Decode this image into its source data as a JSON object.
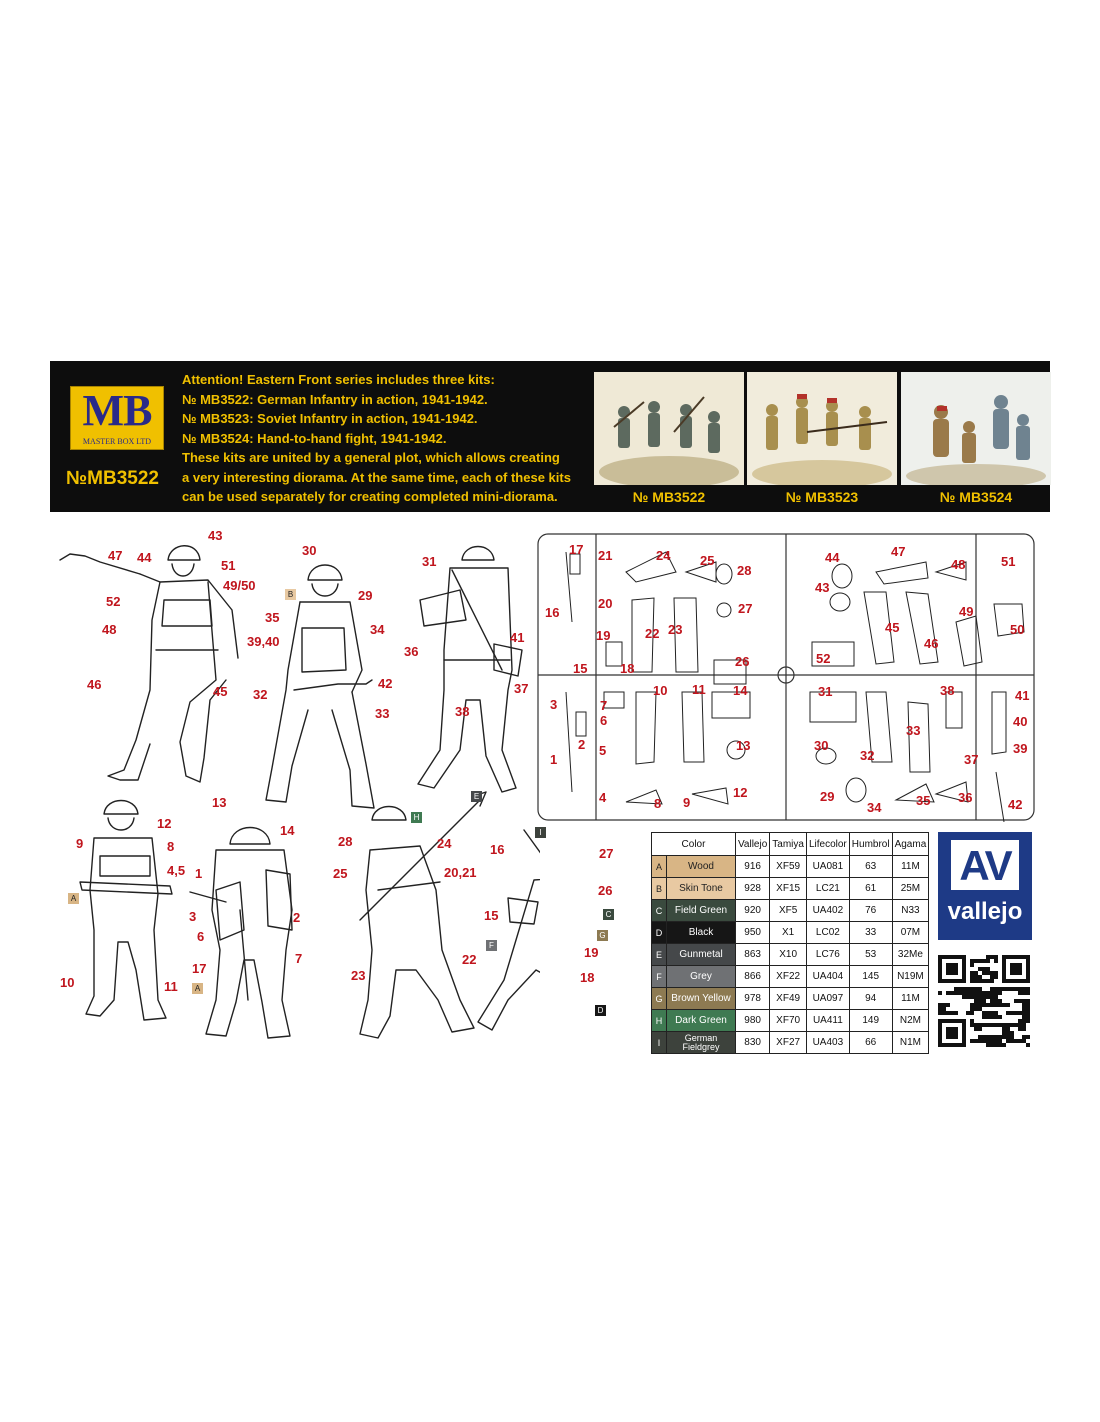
{
  "banner": {
    "logo": {
      "mark": "MB",
      "subtitle": "MASTER BOX LTD"
    },
    "kit_number": "№MB3522",
    "intro_lines": [
      "Attention!  Eastern Front series includes three kits:",
      "№ MB3522: German Infantry in action, 1941-1942.",
      "№ MB3523: Soviet Infantry in action, 1941-1942.",
      "№ MB3524: Hand-to-hand fight, 1941-1942.",
      "These kits are united by a general plot, which allows creating",
      "a very interesting diorama. At the same time, each of these kits",
      "can be used separately for creating completed mini-diorama."
    ],
    "thumbnails": [
      {
        "caption": "№ MB3522"
      },
      {
        "caption": "№ MB3523"
      },
      {
        "caption": "№ MB3524"
      }
    ]
  },
  "figures": {
    "callouts": [
      "47",
      "44",
      "43",
      "51",
      "49/50",
      "52",
      "48",
      "46",
      "45",
      "30",
      "29",
      "35",
      "34",
      "39,40",
      "42",
      "32",
      "33",
      "31",
      "36",
      "41",
      "37",
      "38",
      "12",
      "9",
      "8",
      "4,5",
      "10",
      "11",
      "13",
      "14",
      "1",
      "3",
      "2",
      "6",
      "7",
      "17",
      "28",
      "25",
      "24",
      "20,21",
      "22",
      "23",
      "16",
      "27",
      "26",
      "15",
      "19",
      "18"
    ],
    "paint_letters": [
      "B",
      "A",
      "A",
      "H",
      "E",
      "I",
      "C",
      "G",
      "F",
      "D"
    ]
  },
  "sprue": {
    "numbers": [
      "17",
      "21",
      "24",
      "25",
      "28",
      "44",
      "47",
      "48",
      "51",
      "16",
      "20",
      "27",
      "43",
      "49",
      "19",
      "22",
      "23",
      "45",
      "50",
      "46",
      "15",
      "18",
      "26",
      "52",
      "3",
      "10",
      "11",
      "14",
      "31",
      "38",
      "41",
      "7",
      "6",
      "40",
      "2",
      "33",
      "5",
      "13",
      "30",
      "32",
      "37",
      "39",
      "1",
      "4",
      "8",
      "9",
      "12",
      "29",
      "34",
      "35",
      "36",
      "42"
    ]
  },
  "paint_table": {
    "headers": [
      "Color",
      "Vallejo",
      "Tamiya",
      "Lifecolor",
      "Humbrol",
      "Agama"
    ],
    "rows": [
      {
        "letter": "A",
        "name": "Wood",
        "vallejo": "916",
        "tamiya": "XF59",
        "lifecolor": "UA081",
        "humbrol": "63",
        "agama": "11M",
        "swatch": "#d8b585",
        "text": "#222222"
      },
      {
        "letter": "B",
        "name": "Skin Tone",
        "vallejo": "928",
        "tamiya": "XF15",
        "lifecolor": "LC21",
        "humbrol": "61",
        "agama": "25M",
        "swatch": "#e8c9a2",
        "text": "#222222"
      },
      {
        "letter": "C",
        "name": "Field Green",
        "vallejo": "920",
        "tamiya": "XF5",
        "lifecolor": "UA402",
        "humbrol": "76",
        "agama": "N33",
        "swatch": "#3a4a3e",
        "text": "#ffffff"
      },
      {
        "letter": "D",
        "name": "Black",
        "vallejo": "950",
        "tamiya": "X1",
        "lifecolor": "LC02",
        "humbrol": "33",
        "agama": "07M",
        "swatch": "#161616",
        "text": "#ffffff"
      },
      {
        "letter": "E",
        "name": "Gunmetal",
        "vallejo": "863",
        "tamiya": "X10",
        "lifecolor": "LC76",
        "humbrol": "53",
        "agama": "32Me",
        "swatch": "#45484a",
        "text": "#ffffff"
      },
      {
        "letter": "F",
        "name": "Grey",
        "vallejo": "866",
        "tamiya": "XF22",
        "lifecolor": "UA404",
        "humbrol": "145",
        "agama": "N19M",
        "swatch": "#6f7174",
        "text": "#ffffff"
      },
      {
        "letter": "G",
        "name": "Brown Yellow",
        "vallejo": "978",
        "tamiya": "XF49",
        "lifecolor": "UA097",
        "humbrol": "94",
        "agama": "11M",
        "swatch": "#8d7a52",
        "text": "#ffffff"
      },
      {
        "letter": "H",
        "name": "Dark Green",
        "vallejo": "980",
        "tamiya": "XF70",
        "lifecolor": "UA411",
        "humbrol": "149",
        "agama": "N2M",
        "swatch": "#3f7a52",
        "text": "#ffffff"
      },
      {
        "letter": "I",
        "name": "German Fieldgrey",
        "vallejo": "830",
        "tamiya": "XF27",
        "lifecolor": "UA403",
        "humbrol": "66",
        "agama": "N1M",
        "swatch": "#3d423c",
        "text": "#ffffff"
      }
    ]
  },
  "vallejo_logo": {
    "mark": "AV",
    "word": "vallejo",
    "color": "#1e3a86"
  },
  "colors": {
    "banner_bg": "#0d0d0d",
    "banner_text": "#f0c000",
    "callout": "#c0151d"
  }
}
